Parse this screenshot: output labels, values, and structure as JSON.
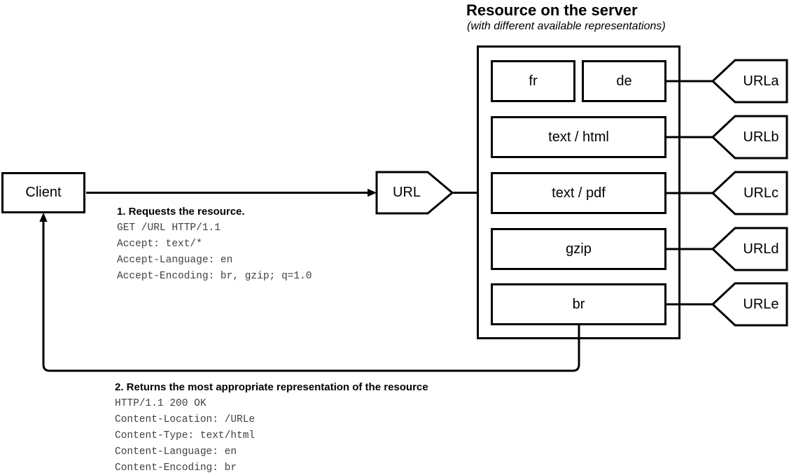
{
  "header": {
    "title": "Resource on the server",
    "subtitle": "(with different available representations)"
  },
  "client": {
    "label": "Client"
  },
  "url_node": {
    "label": "URL"
  },
  "request": {
    "heading": "1. Requests the resource.",
    "lines": [
      "GET /URL HTTP/1.1",
      "Accept: text/*",
      "Accept-Language: en",
      "Accept-Encoding: br, gzip; q=1.0"
    ]
  },
  "response": {
    "heading": "2. Returns the most appropriate representation of the resource",
    "lines": [
      "HTTP/1.1 200 OK",
      "Content-Location: /URLe",
      "Content-Type: text/html",
      "Content-Language: en",
      "Content-Encoding: br"
    ]
  },
  "representations": {
    "fr": "fr",
    "de": "de",
    "html": "text / html",
    "pdf": "text / pdf",
    "gzip": "gzip",
    "br": "br"
  },
  "urls": {
    "a": "URLa",
    "b": "URLb",
    "c": "URLc",
    "d": "URLd",
    "e": "URLe"
  },
  "colors": {
    "stroke": "#000000",
    "fill": "#ffffff",
    "mono_text": "#404040"
  }
}
